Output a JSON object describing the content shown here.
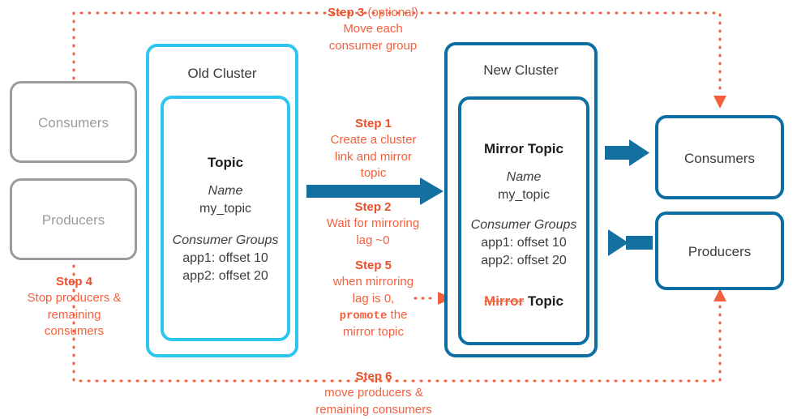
{
  "colors": {
    "orange": "#f4603e",
    "orange_bold": "#e8502c",
    "cyan": "#2ec5f0",
    "navy": "#0b6fa4",
    "gray": "#9b9b9b",
    "text": "#3c3c3c"
  },
  "left": {
    "consumers_label": "Consumers",
    "producers_label": "Producers",
    "step4": {
      "title": "Step 4",
      "line1": "Stop producers &",
      "line2": "remaining",
      "line3": "consumers"
    }
  },
  "old_cluster": {
    "title": "Old Cluster",
    "topic": {
      "heading": "Topic",
      "name_label": "Name",
      "name_value": "my_topic",
      "groups_label": "Consumer Groups",
      "group1": "app1: offset 10",
      "group2": "app2: offset 20"
    }
  },
  "new_cluster": {
    "title": "New Cluster",
    "topic": {
      "heading": "Mirror Topic",
      "name_label": "Name",
      "name_value": "my_topic",
      "groups_label": "Consumer Groups",
      "group1": "app1: offset 10",
      "group2": "app2: offset 20",
      "promoted_strike": "Mirror",
      "promoted_rest": "Topic"
    }
  },
  "right": {
    "consumers_label": "Consumers",
    "producers_label": "Producers"
  },
  "center_steps": {
    "step3": {
      "title": "Step 3",
      "title_suffix": " (optional)",
      "line1": "Move each",
      "line2": "consumer group"
    },
    "step1": {
      "title": "Step 1",
      "line1": "Create a cluster",
      "line2": "link and mirror",
      "line3": "topic"
    },
    "step2": {
      "title": "Step 2",
      "line1": "Wait for mirroring",
      "line2": "lag ~0"
    },
    "step5": {
      "title": "Step 5",
      "line1": "when mirroring",
      "line2": "lag is 0,",
      "line3_code": "promote",
      "line3_rest": " the",
      "line4": "mirror topic"
    }
  },
  "bottom": {
    "step6": {
      "title": "Step 6",
      "line1": "move producers &",
      "line2": "remaining consumers"
    }
  }
}
